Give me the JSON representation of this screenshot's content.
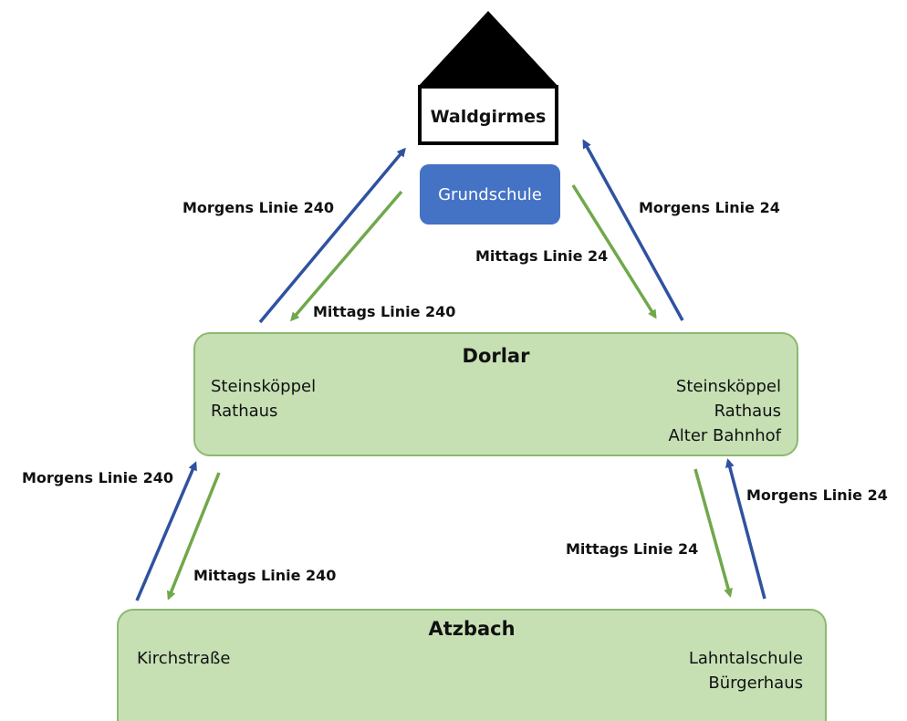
{
  "school": {
    "town": "Waldgirmes",
    "name": "Grundschule"
  },
  "dorlar": {
    "title": "Dorlar",
    "left_stops": [
      "Steinsköppel",
      "Rathaus"
    ],
    "right_stops": [
      "Steinsköppel",
      "Rathaus",
      "Alter Bahnhof"
    ]
  },
  "atzbach": {
    "title": "Atzbach",
    "left_stops": [
      "Kirchstraße"
    ],
    "right_stops": [
      "Lahntalschule",
      "Bürgerhaus"
    ]
  },
  "routes": {
    "upper_left_morning": "Morgens Linie 240",
    "upper_left_noon": "Mittags Linie 240",
    "upper_right_morning": "Morgens Linie 24",
    "upper_right_noon": "Mittags Linie 24",
    "lower_left_morning": "Morgens Linie 240",
    "lower_left_noon": "Mittags Linie 240",
    "lower_right_morning": "Morgens Linie 24",
    "lower_right_noon": "Mittags Linie 24"
  },
  "colors": {
    "morning_arrow": "#2f52a0",
    "noon_arrow": "#70a84b",
    "school_badge": "#4472c4",
    "stop_box_fill": "#c6e0b4"
  }
}
